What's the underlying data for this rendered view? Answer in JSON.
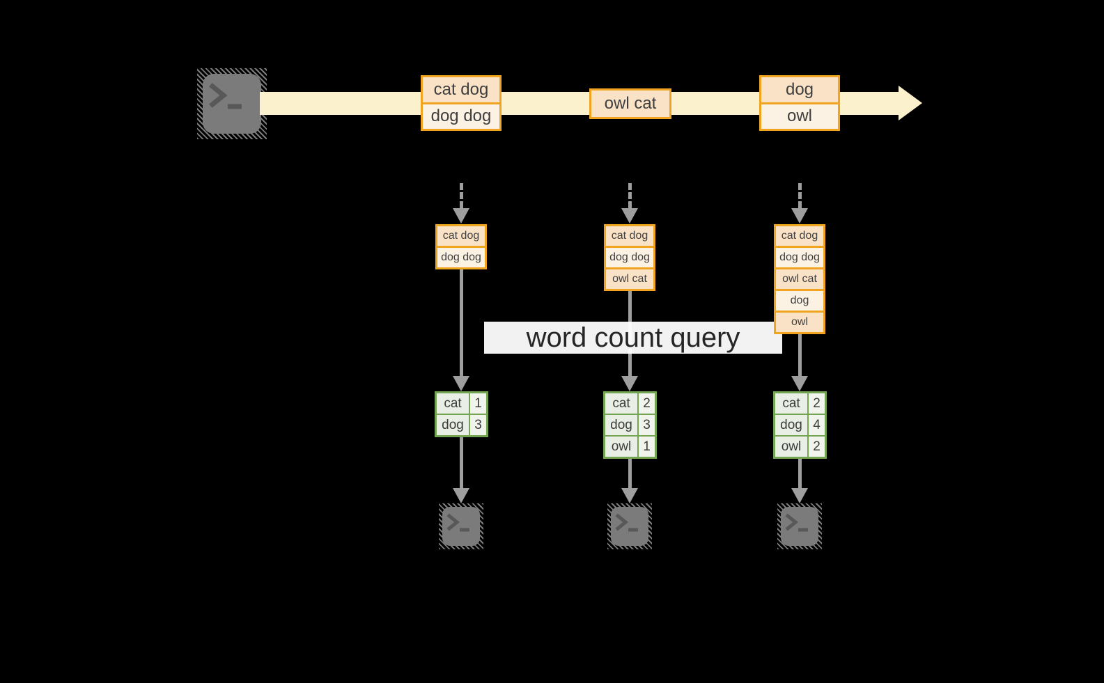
{
  "query_label": "word count query",
  "stream": {
    "events": [
      {
        "lines": [
          "cat dog",
          "dog dog"
        ]
      },
      {
        "lines": [
          "owl cat"
        ]
      },
      {
        "lines": [
          "dog",
          "owl"
        ]
      }
    ]
  },
  "columns": [
    {
      "buffer": [
        "cat dog",
        "dog dog"
      ],
      "counts": [
        {
          "word": "cat",
          "count": 1
        },
        {
          "word": "dog",
          "count": 3
        }
      ]
    },
    {
      "buffer": [
        "cat dog",
        "dog dog",
        "owl cat"
      ],
      "counts": [
        {
          "word": "cat",
          "count": 2
        },
        {
          "word": "dog",
          "count": 3
        },
        {
          "word": "owl",
          "count": 1
        }
      ]
    },
    {
      "buffer": [
        "cat dog",
        "dog dog",
        "owl cat",
        "dog",
        "owl"
      ],
      "counts": [
        {
          "word": "cat",
          "count": 2
        },
        {
          "word": "dog",
          "count": 4
        },
        {
          "word": "owl",
          "count": 2
        }
      ]
    }
  ],
  "icons": {
    "source": "terminal-icon",
    "sinks": [
      "terminal-icon",
      "terminal-icon",
      "terminal-icon"
    ]
  },
  "colors": {
    "background": "#000000",
    "stream_arrow": "#FBF1CC",
    "event_border": "#F0A420",
    "event_fill_dark": "#FAE2C6",
    "event_fill_light": "#FCF2E3",
    "table_border": "#74A553",
    "table_cell_word": "#E9EFE4",
    "table_cell_count": "#F0F4EC",
    "flow_arrow": "#9E9E9E",
    "terminal_grey": "#7B7B7B",
    "query_band": "#FFFFFF",
    "text": "#3F3F3F"
  }
}
